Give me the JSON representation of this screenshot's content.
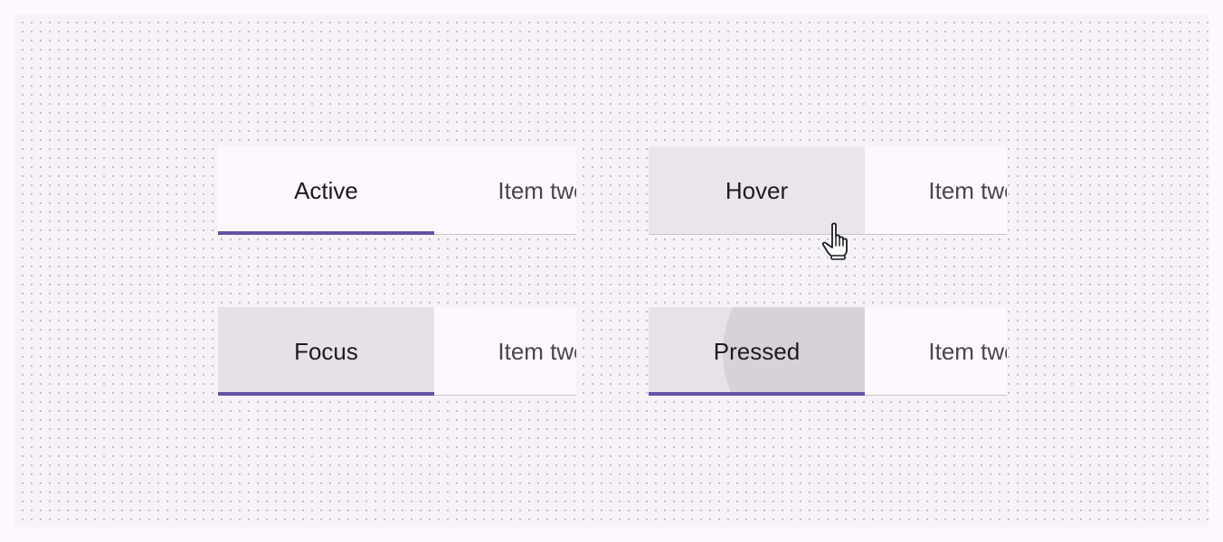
{
  "colors": {
    "primary": "#6750a4",
    "surface": "#fef7fe",
    "on_surface": "#1d1b20",
    "on_surface_variant": "#49454f",
    "divider": "#cac4cf",
    "hover_overlay": "#ebe5eb",
    "focus_overlay": "#e7e1e7",
    "pressed_ripple": "#d7d1d8"
  },
  "examples": {
    "active": {
      "selected_label": "Active",
      "second_label": "Item two"
    },
    "hover": {
      "selected_label": "Hover",
      "second_label": "Item two"
    },
    "focus": {
      "selected_label": "Focus",
      "second_label": "Item two"
    },
    "pressed": {
      "selected_label": "Pressed",
      "second_label": "Item two"
    }
  },
  "cursor": {
    "icon": "hand-pointer-icon"
  }
}
